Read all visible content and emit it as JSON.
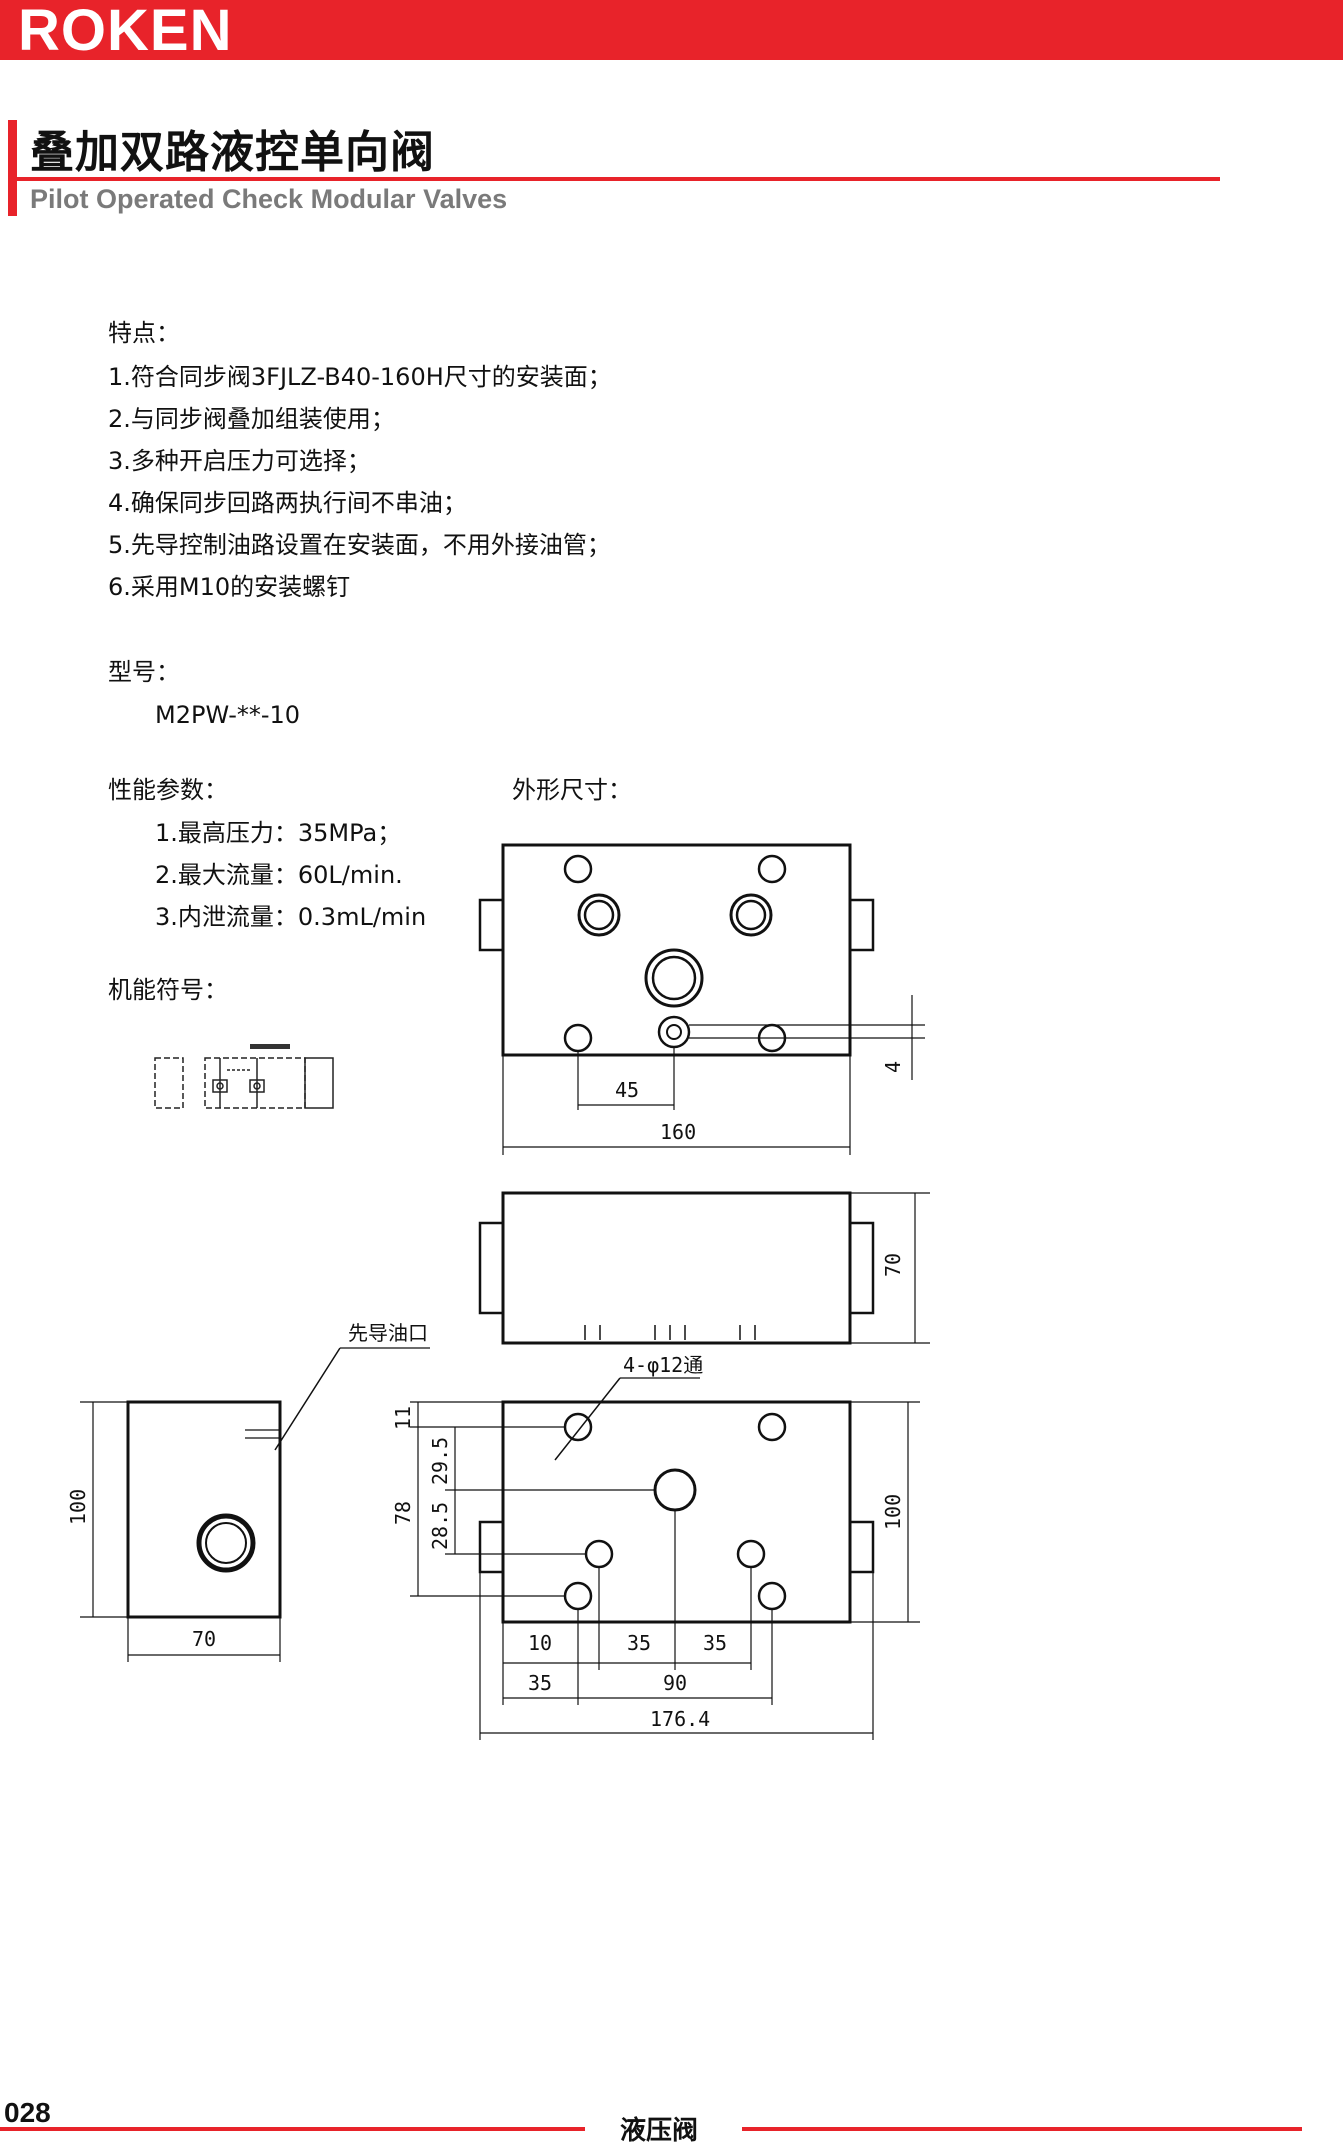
{
  "header": {
    "brand": "ROKEN"
  },
  "title": {
    "cn": "叠加双路液控单向阀",
    "en": "Pilot Operated Check Modular Valves"
  },
  "features": {
    "heading": "特点：",
    "items": [
      "1.符合同步阀3FJLZ-B40-160H尺寸的安装面；",
      "2.与同步阀叠加组装使用；",
      "3.多种开启压力可选择；",
      "4.确保同步回路两执行间不串油；",
      "5.先导控制油路设置在安装面，不用外接油管；",
      "6.采用M10的安装螺钉"
    ]
  },
  "model": {
    "heading": "型号：",
    "value": "M2PW-**-10"
  },
  "performance": {
    "heading": "性能参数：",
    "items": [
      "1.最高压力：35MPa；",
      "2.最大流量：60L/min.",
      "3.内泄流量：0.3mL/min"
    ]
  },
  "symbol": {
    "heading": "机能符号："
  },
  "drawing": {
    "heading": "外形尺寸：",
    "pilot_port_label": "先导油口",
    "hole_label": "4-φ12通",
    "dims": {
      "top_45": "45",
      "top_160": "160",
      "top_4": "4",
      "front_70": "70",
      "side_100": "100",
      "side_70": "70",
      "bot_11": "11",
      "bot_78": "78",
      "bot_29_5": "29.5",
      "bot_28_5": "28.5",
      "bot_100": "100",
      "bot_10": "10",
      "bot_35a": "35",
      "bot_35b": "35",
      "bot_35c": "35",
      "bot_90": "90",
      "bot_176_4": "176.4"
    }
  },
  "footer": {
    "page": "028",
    "category": "液压阀"
  },
  "colors": {
    "accent": "#e8232a",
    "subtitle_gray": "#7a7a7a"
  }
}
